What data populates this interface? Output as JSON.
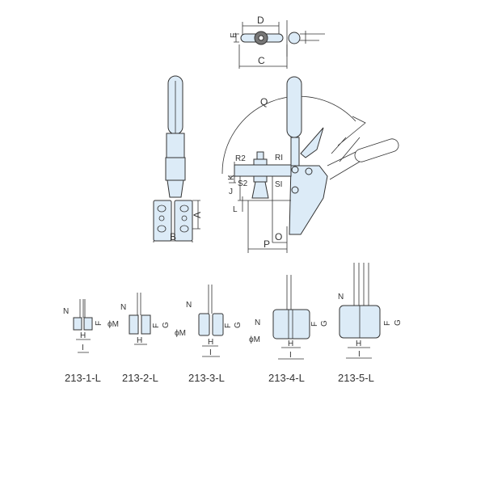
{
  "colors": {
    "fill": "#dcebf7",
    "stroke": "#333333"
  },
  "top_view": {
    "D": "D",
    "E": "E",
    "C": "C"
  },
  "front_view": {
    "A": "A",
    "B": "B"
  },
  "side_view": {
    "Q": "Q",
    "R2": "R2",
    "R1": "RI",
    "K": "K",
    "S2": "S2",
    "S1": "SI",
    "J": "J",
    "L": "L",
    "O": "O",
    "P": "P"
  },
  "models": [
    {
      "name": "213-1-L",
      "labels": {
        "N": "N",
        "F": "F",
        "H": "H",
        "I": "I"
      }
    },
    {
      "name": "213-2-L",
      "labels": {
        "N": "N",
        "M": "ϕM",
        "F": "F",
        "G": "G",
        "H": "H"
      }
    },
    {
      "name": "213-3-L",
      "labels": {
        "N": "N",
        "M": "ϕM",
        "F": "F",
        "G": "G",
        "H": "H",
        "I": "I"
      }
    },
    {
      "name": "213-4-L",
      "labels": {
        "N": "N",
        "M": "ϕM",
        "F": "F",
        "G": "G",
        "H": "H",
        "I": "I"
      }
    },
    {
      "name": "213-5-L",
      "labels": {
        "N": "N",
        "F": "F",
        "G": "G",
        "H": "H",
        "I": "I"
      }
    }
  ]
}
